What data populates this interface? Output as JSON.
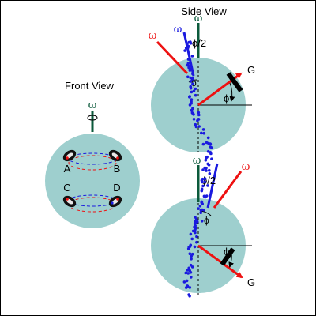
{
  "front_view": {
    "title": "Front View",
    "omega": "ω",
    "corners": [
      "A",
      "B",
      "C",
      "D"
    ]
  },
  "side_view": {
    "title": "Side View",
    "top": {
      "omega_red": "ω",
      "omega_blue": "ω",
      "omega_green": "ω",
      "half_phi": "ϕ/2",
      "phi_inner": "ϕ",
      "phi": "ϕ",
      "g_label": "G"
    },
    "bottom": {
      "omega_red": "ω",
      "omega_green": "ω",
      "half_phi": "ϕ/2",
      "phi_inner": "ϕ",
      "phi": "ϕ",
      "g_label": "G"
    }
  },
  "colors": {
    "disk": "#9ecfce",
    "red": "#ee1111",
    "blue": "#1a1adf",
    "green": "#0b5a3b",
    "black": "#000000"
  }
}
